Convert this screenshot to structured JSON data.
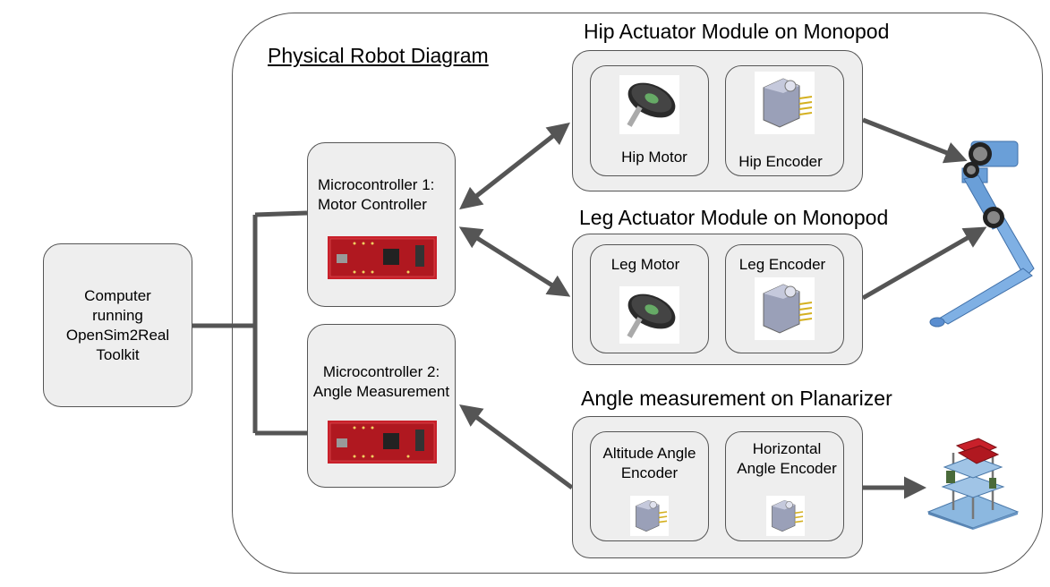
{
  "diagram_title": "Physical Robot Diagram",
  "computer": {
    "lines": [
      "Computer",
      "running",
      "OpenSim2Real",
      "Toolkit"
    ]
  },
  "mcu1": {
    "line1": "Microcontroller 1:",
    "line2": "Motor Controller"
  },
  "mcu2": {
    "line1": "Microcontroller 2:",
    "line2": "Angle Measurement"
  },
  "hip_module": {
    "title": "Hip Actuator Module on Monopod",
    "motor": "Hip Motor",
    "encoder": "Hip Encoder"
  },
  "leg_module": {
    "title": "Leg Actuator Module on Monopod",
    "motor": "Leg Motor",
    "encoder": "Leg Encoder"
  },
  "planarizer": {
    "title": "Angle measurement on Planarizer",
    "alt_line1": "Altitude Angle",
    "alt_line2": "Encoder",
    "hor_line1": "Horizontal",
    "hor_line2": "Angle Encoder"
  },
  "colors": {
    "box_fill": "#eeeeee",
    "stroke": "#555555",
    "robot_blue": "#6a9fd8",
    "board_red": "#c8202a"
  }
}
